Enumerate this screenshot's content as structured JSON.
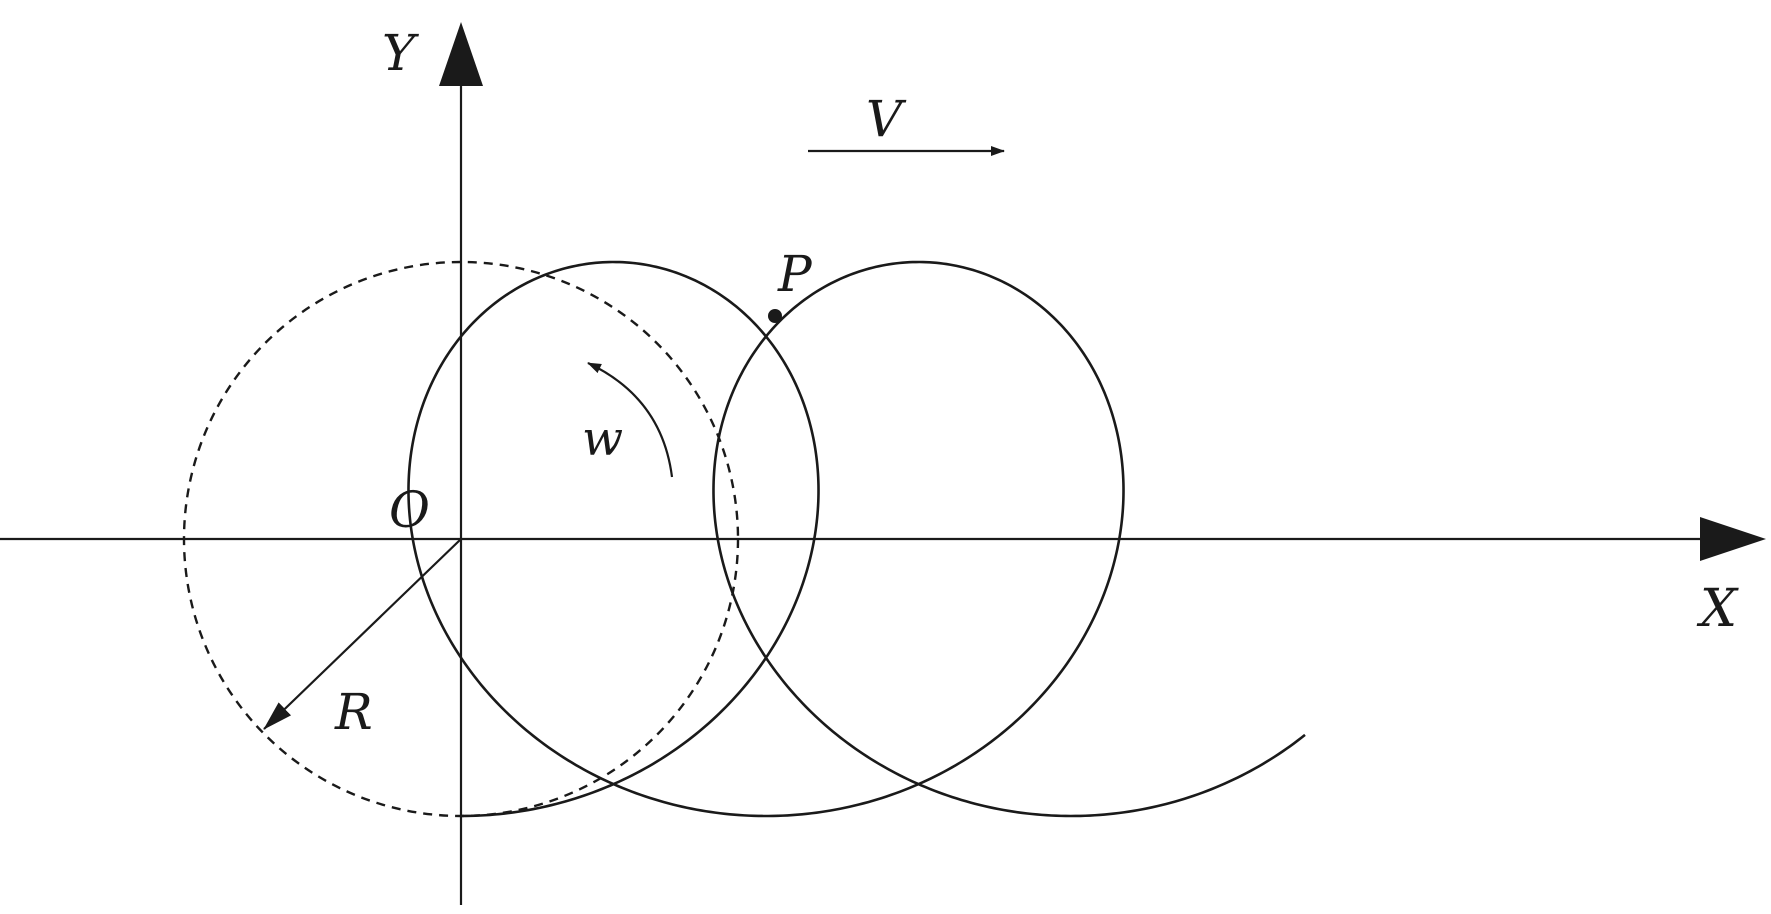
{
  "diagram": {
    "labels": {
      "y_axis": "Y",
      "x_axis": "X",
      "origin": "O",
      "velocity": "V",
      "point": "P",
      "angular_velocity": "w",
      "radius": "R"
    },
    "colors": {
      "stroke": "#1a1a1a",
      "background": "#ffffff"
    }
  }
}
